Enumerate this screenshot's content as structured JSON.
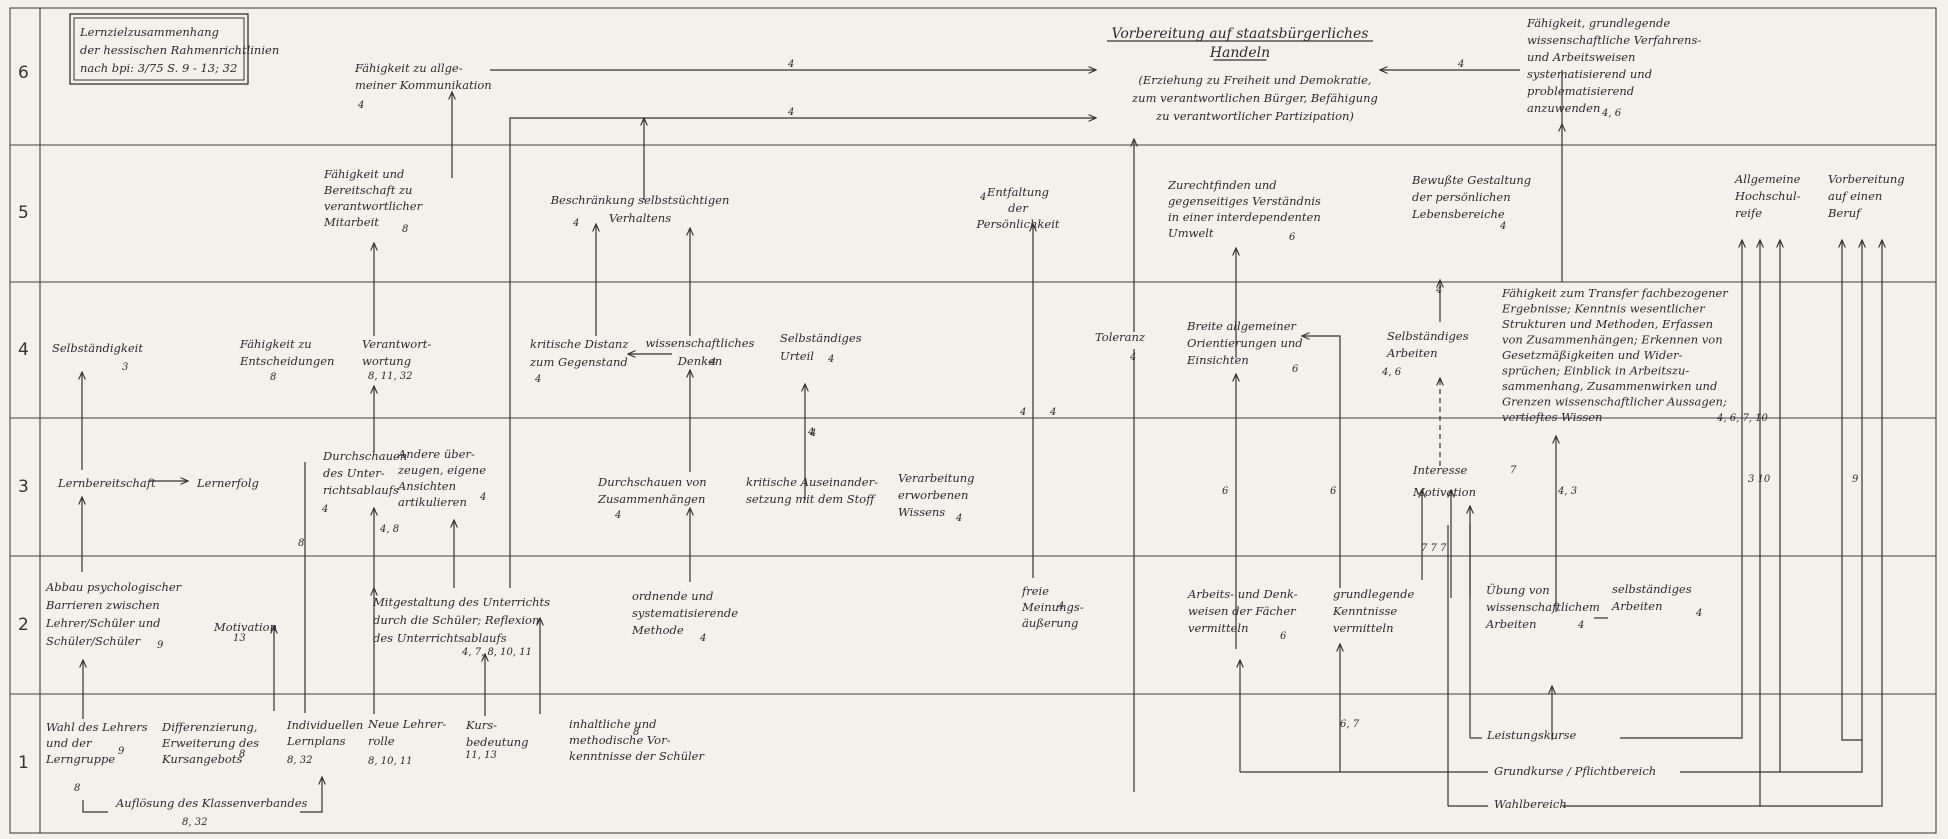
{
  "rows": [
    "1",
    "2",
    "3",
    "4",
    "5",
    "6"
  ],
  "header_box": {
    "lines": [
      "Lernzielzusammenhang",
      "der hessischen Rahmenrichtlinien",
      "nach bpi: 3/75  S. 9 - 13; 32"
    ]
  },
  "nodes": {
    "n6_comm": {
      "lines": [
        "Fähigkeit zu allge-",
        "meiner Kommunikation"
      ],
      "num": "4"
    },
    "n6_main": {
      "lines": [
        "Vorbereitung auf staatsbürgerliches",
        "Handeln"
      ]
    },
    "n6_sub": {
      "lines": [
        "(Erziehung zu Freiheit und Demokratie,",
        "zum verantwortlichen Bürger, Befähigung",
        "zu verantwortlicher Partizipation)"
      ]
    },
    "n6_right": {
      "lines": [
        "Fähigkeit, grundlegende",
        "wissenschaftliche Verfahrens-",
        "und Arbeitsweisen",
        "systematisierend und",
        "problematisierend",
        "anzuwenden"
      ],
      "num": "4, 6"
    },
    "n5_bereit": {
      "lines": [
        "Fähigkeit und",
        "Bereitschaft zu",
        "verantwortlicher",
        "Mitarbeit"
      ],
      "num": "8"
    },
    "n5_beschr": {
      "lines": [
        "Beschränkung selbstsüchtigen",
        "Verhaltens"
      ],
      "num": "4"
    },
    "n5_entf": {
      "lines": [
        "Entfaltung",
        "der",
        "Persönlichkeit"
      ],
      "num": "4"
    },
    "n5_umwelt": {
      "lines": [
        "Zurechtfinden und",
        "gegenseitiges Verständnis",
        "in einer interdependenten",
        "Umwelt"
      ],
      "num": "6"
    },
    "n5_lebens": {
      "lines": [
        "Bewußte Gestaltung",
        "der persönlichen",
        "Lebensbereiche"
      ],
      "num": "4"
    },
    "n5_hoch": {
      "lines": [
        "Allgemeine",
        "Hochschul-",
        "reife"
      ]
    },
    "n5_beruf": {
      "lines": [
        "Vorbereitung",
        "auf einen",
        "Beruf"
      ]
    },
    "n4_selbst": {
      "lines": [
        "Selbständigkeit"
      ],
      "num": "3"
    },
    "n4_entsch": {
      "lines": [
        "Fähigkeit zu",
        "Entscheidungen"
      ],
      "num": "8"
    },
    "n4_verant": {
      "lines": [
        "Verantwort-",
        "wortung"
      ],
      "num": "8, 11, 32"
    },
    "n4_distanz": {
      "lines": [
        "kritische Distanz",
        "zum Gegenstand"
      ],
      "num": "4"
    },
    "n4_wiss": {
      "lines": [
        "wissenschaftliches",
        "Denken"
      ],
      "num": "4"
    },
    "n4_urteil": {
      "lines": [
        "Selbständiges",
        "Urteil"
      ],
      "num": "4"
    },
    "n4_toleranz": {
      "lines": [
        "Toleranz"
      ],
      "num": "4"
    },
    "n4_orient": {
      "lines": [
        "Breite allgemeiner",
        "Orientierungen und",
        "Einsichten"
      ],
      "num": "6"
    },
    "n4_arbeiten": {
      "lines": [
        "Selbständiges",
        "Arbeiten"
      ],
      "num": "4, 6"
    },
    "n4_transfer": {
      "lines": [
        "Fähigkeit zum Transfer fachbezogener",
        "Ergebnisse; Kenntnis wesentlicher",
        "Strukturen und Methoden, Erfassen",
        "von Zusammenhängen; Erkennen von",
        "Gesetzmäßigkeiten und Wider-",
        "sprüchen; Einblick in Arbeitszu-",
        "sammenhang, Zusammenwirken und",
        "Grenzen wissenschaftlicher Aussagen;",
        "vertieftes Wissen"
      ],
      "num": "4, 6, 7, 10"
    },
    "n3_lernber": {
      "lines": [
        "Lernbereitschaft"
      ]
    },
    "n3_lernerf": {
      "lines": [
        "Lernerfolg"
      ]
    },
    "n3_durch_unt": {
      "lines": [
        "Durchschauen",
        "des Unter-",
        "richtsablaufs"
      ],
      "num": "4"
    },
    "n3_andere": {
      "lines": [
        "Andere über-",
        "zeugen, eigene",
        "Ansichten",
        "artikulieren"
      ],
      "num": "4"
    },
    "n3_durch_zus": {
      "lines": [
        "Durchschauen von",
        "Zusammenhängen"
      ],
      "num": "4"
    },
    "n3_krit": {
      "lines": [
        "kritische Auseinander-",
        "setzung mit dem Stoff"
      ]
    },
    "n3_verarb": {
      "lines": [
        "Verarbeitung",
        "erworbenen",
        "Wissens"
      ],
      "num": "4"
    },
    "n3_interesse": {
      "lines": [
        "Interesse",
        "Motivation"
      ],
      "num": "7"
    },
    "n2_abbau": {
      "lines": [
        "Abbau psychologischer",
        "Barrieren zwischen",
        "Lehrer/Schüler und",
        "Schüler/Schüler"
      ],
      "num": "9"
    },
    "n2_motiv": {
      "lines": [
        "Motivation"
      ],
      "num": "13"
    },
    "n2_mitgest": {
      "lines": [
        "Mitgestaltung des Unterrichts",
        "durch die Schüler; Reflexion",
        "des Unterrichtsablaufs"
      ],
      "num": "4, 7, 8, 10, 11"
    },
    "n2_ordnende": {
      "lines": [
        "ordnende und",
        "systematisierende",
        "Methode"
      ],
      "num": "4"
    },
    "n2_freie": {
      "lines": [
        "freie",
        "Meinungs-",
        "äußerung"
      ],
      "num": "4"
    },
    "n2_arbeits": {
      "lines": [
        "Arbeits- und Denk-",
        "weisen der Fächer",
        "vermitteln"
      ],
      "num": "6"
    },
    "n2_grundl": {
      "lines": [
        "grundlegende",
        "Kenntnisse",
        "vermitteln"
      ]
    },
    "n2_uebung": {
      "lines": [
        "Übung von",
        "wissenschaftlichem",
        "Arbeiten"
      ],
      "num": "4"
    },
    "n2_selbst_arb": {
      "lines": [
        "selbständiges",
        "Arbeiten"
      ],
      "num": "4"
    },
    "n1_wahl": {
      "lines": [
        "Wahl des Lehrers",
        "und der",
        "Lerngruppe"
      ],
      "num": "9"
    },
    "n1_diff": {
      "lines": [
        "Differenzierung,",
        "Erweiterung des",
        "Kursangebots"
      ],
      "num": "8"
    },
    "n1_indiv": {
      "lines": [
        "Individuellen",
        "Lernplans"
      ],
      "num": "8, 32"
    },
    "n1_neue": {
      "lines": [
        "Neue Lehrer-",
        "rolle"
      ],
      "num": "8, 10, 11"
    },
    "n1_kurs": {
      "lines": [
        "Kurs-",
        "bedeutung"
      ],
      "num": "11, 13"
    },
    "n1_inhaltl": {
      "lines": [
        "inhaltliche und",
        "methodische Vor-",
        "kenntnisse der Schüler"
      ],
      "num": "8"
    },
    "n1_aufl": {
      "lines": [
        "Auflösung des Klassenverbandes"
      ],
      "num": "8, 32"
    },
    "n1_leist": {
      "lines": [
        "Leistungskurse"
      ]
    },
    "n1_grund": {
      "lines": [
        "Grundkurse / Pflichtbereich"
      ]
    },
    "n1_wahlb": {
      "lines": [
        "Wahlbereich"
      ]
    }
  },
  "edge_numbers": {
    "e_comm_main": "4",
    "e_mit_main": "4",
    "e_krit_top": "4",
    "e_right_main": "4",
    "e_side_8": "8",
    "e_side_48": "4, 8",
    "e_side_3_10": "3   10",
    "e_side_9": "9",
    "e_side_6a": "6",
    "e_side_6b": "6",
    "e_side_67": "6, 7",
    "e_side_43": "4, 3",
    "e_side_777": "7   7   7",
    "e_side_4_toleranz": "4",
    "e_side_4_entf": "4",
    "e_side_4_lebens": "4",
    "e_side_4_beschr": "4",
    "e_side_8_wahl": "8"
  }
}
